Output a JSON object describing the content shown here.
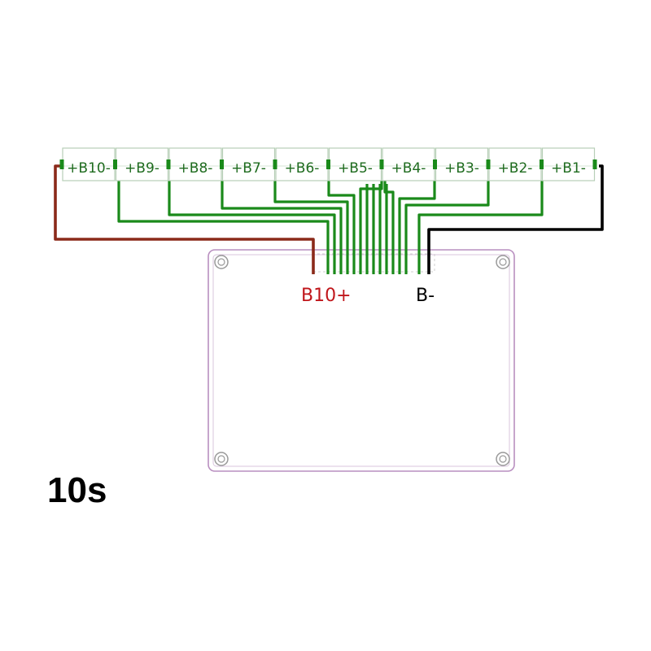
{
  "cells": [
    {
      "label": "+B10-"
    },
    {
      "label": "+B9-"
    },
    {
      "label": "+B8-"
    },
    {
      "label": "+B7-"
    },
    {
      "label": "+B6-"
    },
    {
      "label": "+B5-"
    },
    {
      "label": "+B4-"
    },
    {
      "label": "+B3-"
    },
    {
      "label": "+B2-"
    },
    {
      "label": "+B1-"
    }
  ],
  "terminals": {
    "positive": {
      "label": "B10+",
      "color": "#c0161b"
    },
    "negative": {
      "label": "B-",
      "color": "#000000"
    }
  },
  "title": "10s",
  "colors": {
    "balance_wire": "#1a8a1a",
    "positive_wire": "#8b2a1a",
    "negative_wire": "#000000",
    "board_outline": "#b98fc0",
    "cell_border": "#b7cfb7",
    "cell_text": "#1e6b1e"
  }
}
